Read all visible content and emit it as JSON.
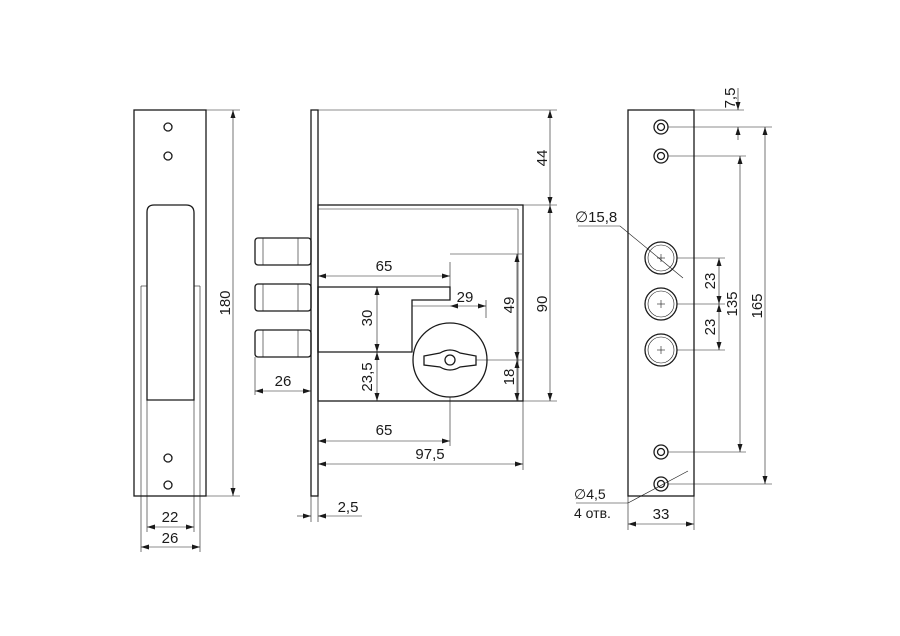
{
  "dimensions": {
    "left_height": "180",
    "left_width_22": "22",
    "left_width_26": "26",
    "body_height_90": "90",
    "top_44": "44",
    "bolt_65_top": "65",
    "bolt_65_bottom": "65",
    "width_97_5": "97,5",
    "key_29": "29",
    "key_49": "49",
    "key_18": "18",
    "slot_30": "30",
    "slot_23_5": "23,5",
    "bolt_26": "26",
    "plate_2_5": "2,5",
    "right_7_5": "7,5",
    "right_diam": "∅15,8",
    "right_23_a": "23",
    "right_23_b": "23",
    "right_135": "135",
    "right_165": "165",
    "right_33": "33",
    "holes_diam": "∅4,5",
    "holes_count": "4 отв."
  }
}
